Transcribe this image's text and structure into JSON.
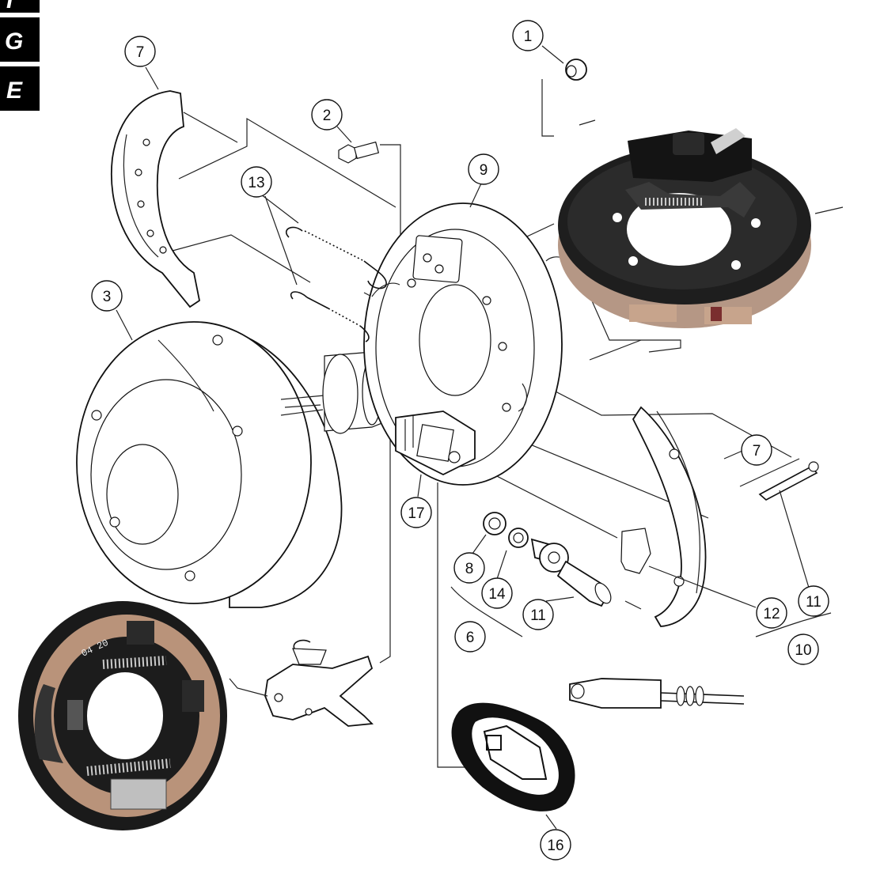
{
  "corner_tabs": [
    "I",
    "G",
    "E"
  ],
  "callouts": [
    {
      "id": "c1",
      "label": "1"
    },
    {
      "id": "c2",
      "label": "2"
    },
    {
      "id": "c3",
      "label": "3"
    },
    {
      "id": "c6",
      "label": "6"
    },
    {
      "id": "c7a",
      "label": "7"
    },
    {
      "id": "c7b",
      "label": "7"
    },
    {
      "id": "c8",
      "label": "8"
    },
    {
      "id": "c9",
      "label": "9"
    },
    {
      "id": "c10",
      "label": "10"
    },
    {
      "id": "c11a",
      "label": "11"
    },
    {
      "id": "c11b",
      "label": "11"
    },
    {
      "id": "c12",
      "label": "12"
    },
    {
      "id": "c13",
      "label": "13"
    },
    {
      "id": "c14",
      "label": "14"
    },
    {
      "id": "c16",
      "label": "16"
    },
    {
      "id": "c17",
      "label": "17"
    }
  ],
  "colors": {
    "line": "#111111",
    "photo_dark": "#1e1e1e",
    "photo_lining": "#b9937a",
    "photo_spring": "#c9c9c9"
  }
}
